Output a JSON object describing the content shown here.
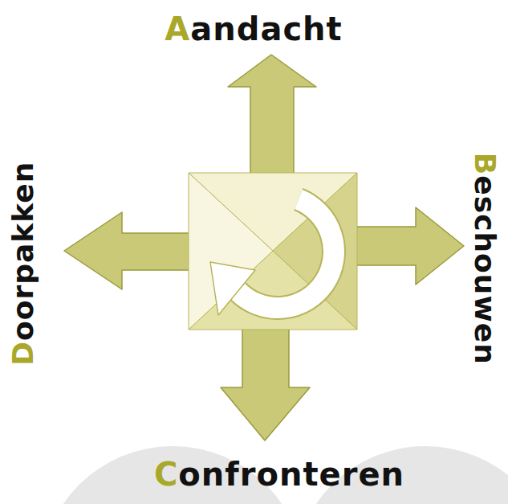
{
  "diagram": {
    "labels": [
      "Aandacht",
      "Beschouwen",
      "Confronteren",
      "Doorpakken"
    ]
  }
}
